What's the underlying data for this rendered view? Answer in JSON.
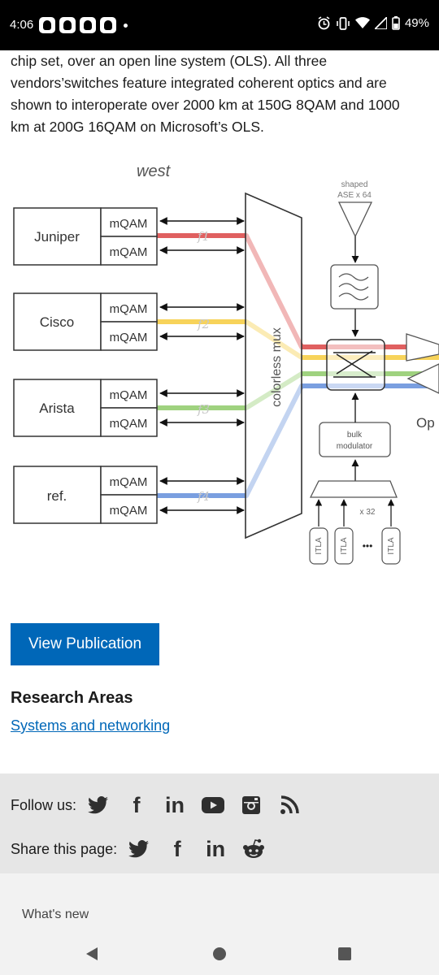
{
  "status_bar": {
    "time": "4:06",
    "battery_percent": "49%",
    "icons": [
      "threads-icon",
      "threads-icon",
      "threads-icon",
      "threads-icon",
      "dot-icon",
      "alarm-icon",
      "vibrate-icon",
      "wifi-icon",
      "signal-icon",
      "battery-icon"
    ]
  },
  "article": {
    "paragraph_lines": [
      "chip set, over an open line system (OLS). All three",
      "vendors’switches feature integrated coherent optics and are",
      "shown to interoperate over 2000 km at 150G 8QAM and 1000",
      "km at 200G 16QAM on Microsoft’s OLS."
    ]
  },
  "figure": {
    "west_label": "west",
    "vendors": [
      "Juniper",
      "Cisco",
      "Arista",
      "ref."
    ],
    "modem_label": "mQAM",
    "frequency_labels": [
      "f1",
      "f2",
      "f3",
      "f4"
    ],
    "mux_label": "colorless mux",
    "ase_label_1": "shaped",
    "ase_label_2": "ASE x 64",
    "bulk_label_1": "bulk",
    "bulk_label_2": "modulator",
    "x32_label": "x 32",
    "itla_label": "ITLA",
    "ellipsis": "•••",
    "cut_label": "Op",
    "colors": {
      "red": "#e06060",
      "yellow": "#f7d35a",
      "green": "#9fd27f",
      "blue": "#7a9fe0"
    }
  },
  "actions": {
    "view_publication": "View Publication"
  },
  "research": {
    "title": "Research Areas",
    "link": "Systems and networking"
  },
  "social": {
    "follow_label": "Follow us:",
    "share_label": "Share this page:",
    "follow_icons": [
      "twitter-icon",
      "facebook-icon",
      "linkedin-icon",
      "youtube-icon",
      "instagram-icon",
      "rss-icon"
    ],
    "share_icons": [
      "twitter-icon",
      "facebook-icon",
      "linkedin-icon",
      "reddit-icon"
    ],
    "in_text": "in",
    "f_text": "f"
  },
  "footer": {
    "whats_new": "What's new"
  },
  "nav": {
    "buttons": [
      "back-button",
      "home-button",
      "recents-button"
    ]
  }
}
